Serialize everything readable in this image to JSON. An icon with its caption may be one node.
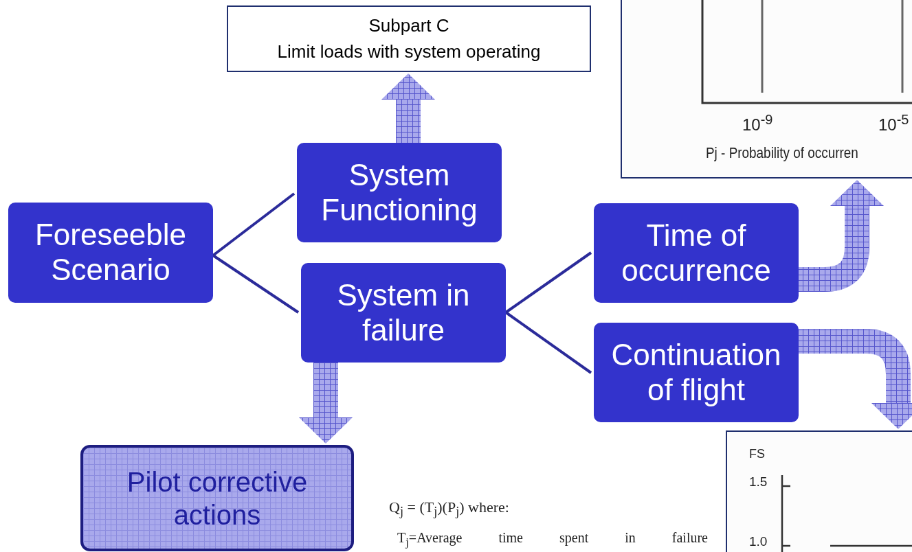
{
  "diagram": {
    "nodes": [
      {
        "text": [
          "Subpart C",
          "Limit loads with system operating"
        ]
      },
      {
        "text": [
          "Foreseeble Scenario"
        ]
      },
      {
        "text": [
          "System Functioning"
        ]
      },
      {
        "text": [
          "System in failure"
        ]
      },
      {
        "text": [
          "Time of occurrence"
        ]
      },
      {
        "text": [
          "Continuation of flight"
        ]
      },
      {
        "text": [
          "Pilot corrective actions"
        ]
      },
      {
        "text": [],
        "shape": "picture"
      },
      {
        "text": [],
        "shape": "picture"
      }
    ],
    "edges": [
      {
        "from": 1,
        "to": 2,
        "arrow": "none"
      },
      {
        "from": 1,
        "to": 3,
        "arrow": "none"
      },
      {
        "from": 3,
        "to": 4,
        "arrow": "none"
      },
      {
        "from": 3,
        "to": 5,
        "arrow": "none"
      },
      {
        "from": 2,
        "to": 0,
        "arrow": "to",
        "style": "thick"
      },
      {
        "from": 3,
        "to": 6,
        "arrow": "to",
        "style": "thick"
      },
      {
        "from": 4,
        "to": 7,
        "arrow": "to",
        "style": "thick"
      },
      {
        "from": 5,
        "to": 8,
        "arrow": "to",
        "style": "thick"
      }
    ],
    "labels": [
      "10$^{-9}$",
      "10$^{-5}$",
      "Pj - Probability of occurren",
      "FS",
      "1.5",
      "1.0",
      "Q$_{j}$ = (T$_{j}$)(P$_{j}$) where:",
      "T$_{j}$=Average time spent in failure"
    ]
  }
}
